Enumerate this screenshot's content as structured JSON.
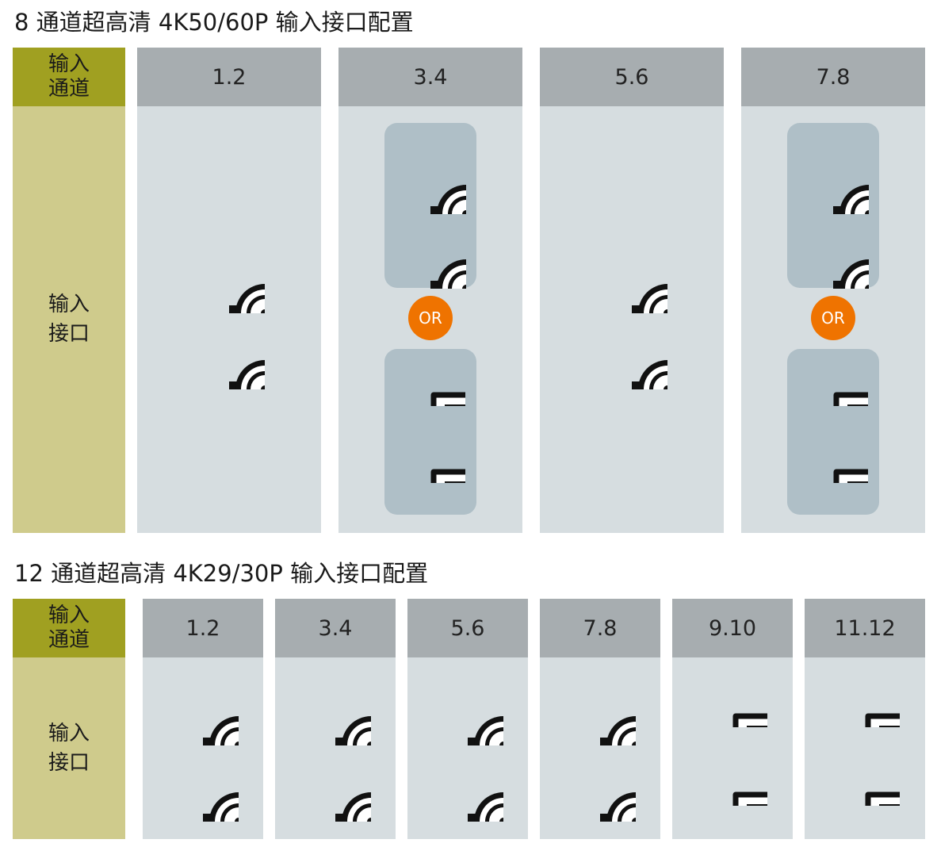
{
  "sections": [
    {
      "title": "8 通道超高清 4K50/60P 输入接口配置",
      "header_label": [
        "输入",
        "通道"
      ],
      "body_label": [
        "输入",
        "接口"
      ],
      "columns": [
        {
          "label": "1.2",
          "connectors": [
            "bnc-icon",
            "bnc-icon"
          ]
        },
        {
          "label": "3.4",
          "connectors": [
            "bnc-icon",
            "bnc-icon"
          ],
          "alternative": "OR",
          "alt_connectors": [
            "hdmi-icon",
            "hdmi-icon"
          ]
        },
        {
          "label": "5.6",
          "connectors": [
            "bnc-icon",
            "bnc-icon"
          ]
        },
        {
          "label": "7.8",
          "connectors": [
            "bnc-icon",
            "bnc-icon"
          ],
          "alternative": "OR",
          "alt_connectors": [
            "hdmi-icon",
            "hdmi-icon"
          ]
        }
      ]
    },
    {
      "title": "12 通道超高清 4K29/30P 输入接口配置",
      "header_label": [
        "输入",
        "通道"
      ],
      "body_label": [
        "输入",
        "接口"
      ],
      "columns": [
        {
          "label": "1.2",
          "connectors": [
            "bnc-icon",
            "bnc-icon"
          ]
        },
        {
          "label": "3.4",
          "connectors": [
            "bnc-icon",
            "bnc-icon"
          ]
        },
        {
          "label": "5.6",
          "connectors": [
            "bnc-icon",
            "bnc-icon"
          ]
        },
        {
          "label": "7.8",
          "connectors": [
            "bnc-icon",
            "bnc-icon"
          ]
        },
        {
          "label": "9.10",
          "connectors": [
            "hdmi-icon",
            "hdmi-icon"
          ]
        },
        {
          "label": "11.12",
          "connectors": [
            "hdmi-icon",
            "hdmi-icon"
          ]
        }
      ]
    }
  ],
  "colors": {
    "header_label_bg": "#a0a021",
    "body_label_bg": "#cfcb8c",
    "column_header_bg": "#a7adb0",
    "column_body_bg": "#d6dde0",
    "group_box_bg": "#afbfc7",
    "or_badge_bg": "#ef7300"
  }
}
